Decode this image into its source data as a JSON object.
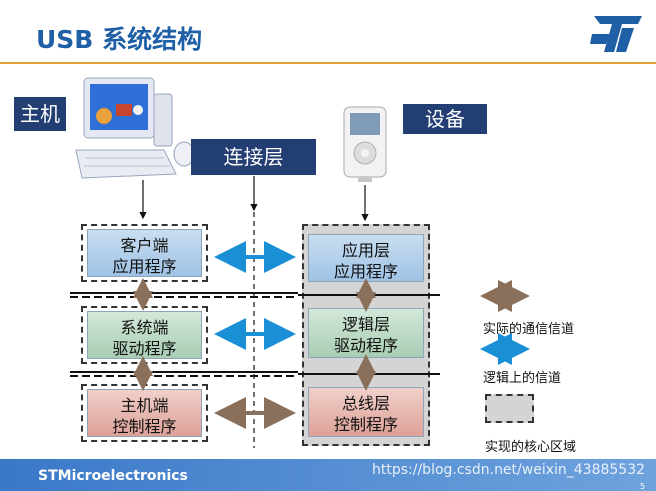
{
  "title": "USB 系统结构",
  "labels": {
    "host": "主机",
    "connection": "连接层",
    "device": "设备"
  },
  "host_boxes": [
    {
      "line1": "客户端",
      "line2": "应用程序"
    },
    {
      "line1": "系统端",
      "line2": "驱动程序"
    },
    {
      "line1": "主机端",
      "line2": "控制程序"
    }
  ],
  "device_boxes": [
    {
      "line1": "应用层",
      "line2": "应用程序"
    },
    {
      "line1": "逻辑层",
      "line2": "驱动程序"
    },
    {
      "line1": "总线层",
      "line2": "控制程序"
    }
  ],
  "legend": {
    "actual_channel": "实际的通信信道",
    "logical_channel": "逻辑上的信道",
    "core_area": "实现的核心区域"
  },
  "colors": {
    "actual": "#8a6f5b",
    "logical": "#1b8fd6",
    "navy": "#233e73"
  },
  "footer": {
    "brand": "STMicroelectronics",
    "watermark": "https://blog.csdn.net/weixin_43885532",
    "page": "5"
  }
}
